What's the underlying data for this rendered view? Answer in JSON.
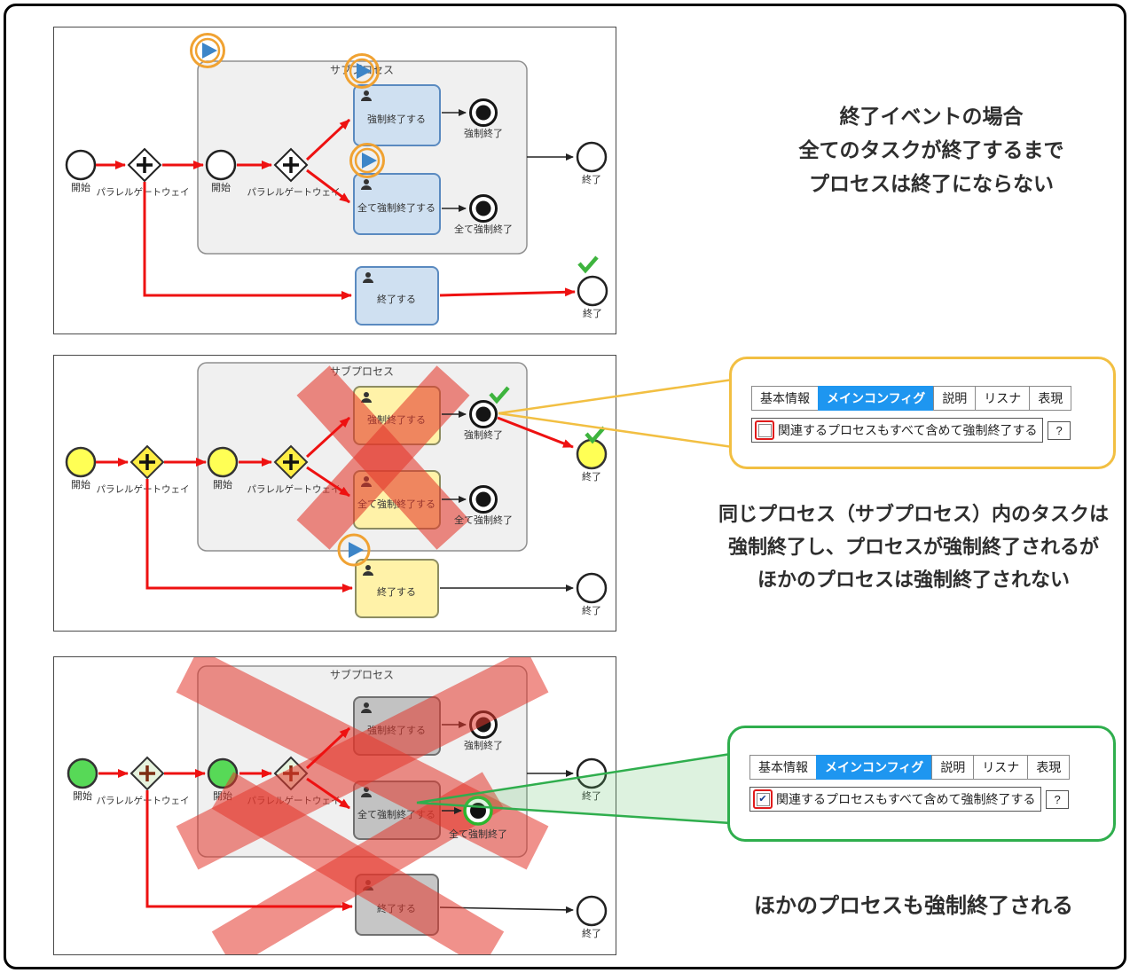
{
  "bpmn": {
    "start_label": "開始",
    "gateway_label": "パラレルゲートウェイ",
    "subprocess_title": "サブプロセス",
    "task_force_end": "強制終了する",
    "end_force": "強制終了",
    "task_force_end_all": "全て強制終了する",
    "end_force_all": "全て強制終了",
    "task_end": "終了する",
    "end_label": "終了"
  },
  "notes": {
    "top": [
      "終了イベントの場合",
      "全てのタスクが終了するまで",
      "プロセスは終了にならない"
    ],
    "middle": [
      "同じプロセス（サブプロセス）内のタスクは",
      "強制終了し、プロセスが強制終了されるが",
      "ほかのプロセスは強制終了されない"
    ],
    "bottom": "ほかのプロセスも強制終了される"
  },
  "config_panel": {
    "tabs": [
      "基本情報",
      "メインコンフィグ",
      "説明",
      "リスナ",
      "表現"
    ],
    "active_tab": "メインコンフィグ",
    "checkbox_label": "関連するプロセスもすべて含めて強制終了する",
    "help_button": "?",
    "yellow_checkbox_checked": false,
    "green_checkbox_checked": true
  },
  "glyphs": {
    "check_mark": "✔"
  },
  "colors": {
    "flow_arrow_red": "#ee1111",
    "cancel_overlay_red": "#e53935",
    "highlight_yellow": "#f2bf42",
    "highlight_green": "#2fae4d",
    "active_tab_blue": "#1e96f0",
    "running_badge_orange": "#f0a232",
    "token_play_blue": "#3d85c8",
    "success_check_green": "#3eb43e",
    "task_blue": "#cfe0f1",
    "task_yellow": "#fff2a8",
    "task_gray": "#c2c2c2"
  }
}
